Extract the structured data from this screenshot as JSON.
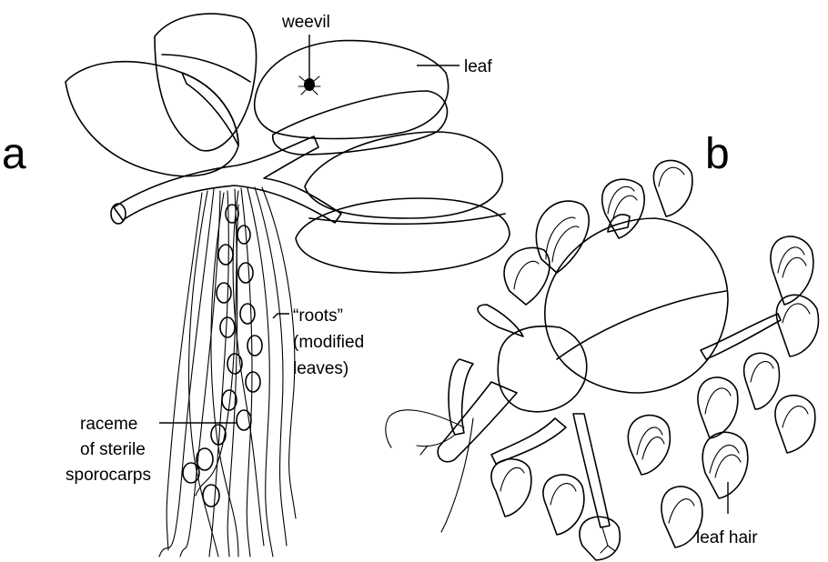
{
  "panels": {
    "a": "a",
    "b": "b"
  },
  "callouts": {
    "weevil": "weevil",
    "leaf": "leaf",
    "roots_line1": "“roots”",
    "roots_line2": "(modified",
    "roots_line3": "leaves)",
    "raceme_line1": "raceme",
    "raceme_line2": "of sterile",
    "raceme_line3": "sporocarps",
    "leaf_hair": "leaf hair"
  },
  "colors": {
    "ink": "#000000",
    "paper": "#ffffff"
  }
}
